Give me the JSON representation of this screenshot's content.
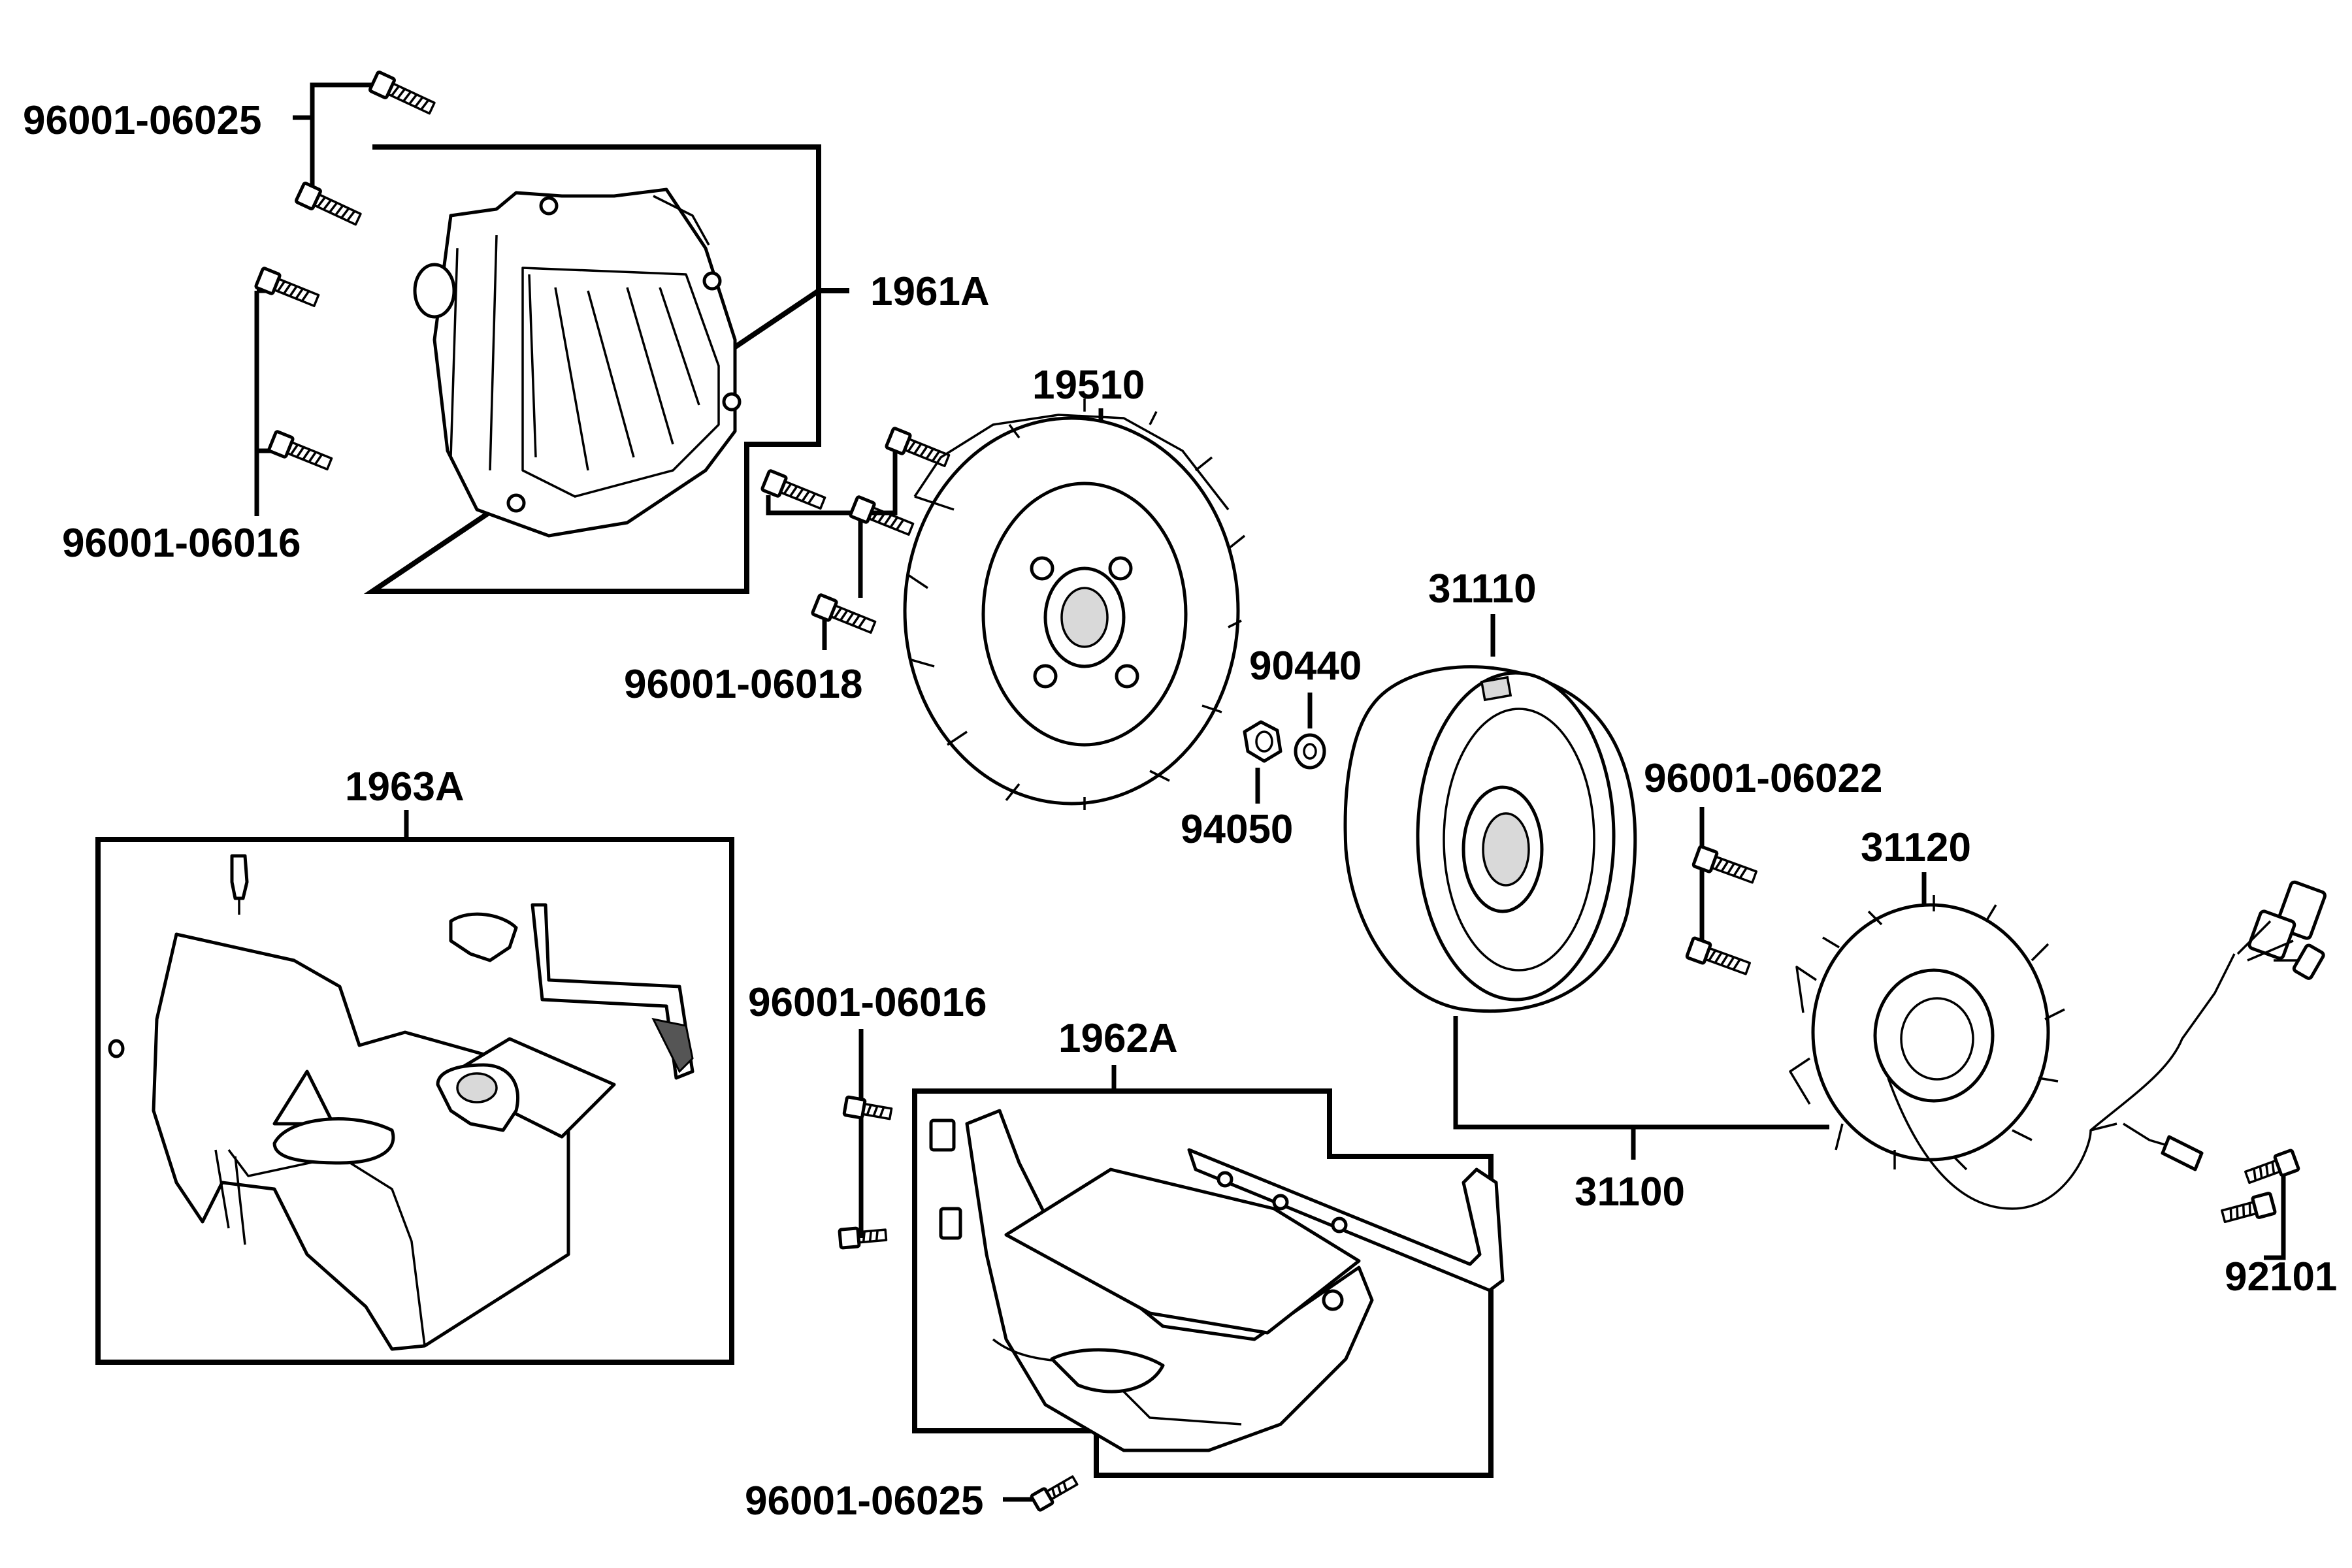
{
  "diagram": {
    "labels": {
      "p96001_06025_top": "96001-06025",
      "p96001_06016_left": "96001-06016",
      "p1961A": "1961A",
      "p19510": "19510",
      "p96001_06018": "96001-06018",
      "p31110": "31110",
      "p90440": "90440",
      "p94050": "94050",
      "p96001_06022": "96001-06022",
      "p31120": "31120",
      "p1963A": "1963A",
      "p96001_06016_mid": "96001-06016",
      "p1962A": "1962A",
      "p31100": "31100",
      "p92101": "92101",
      "p96001_06025_bottom": "96001-06025"
    }
  }
}
